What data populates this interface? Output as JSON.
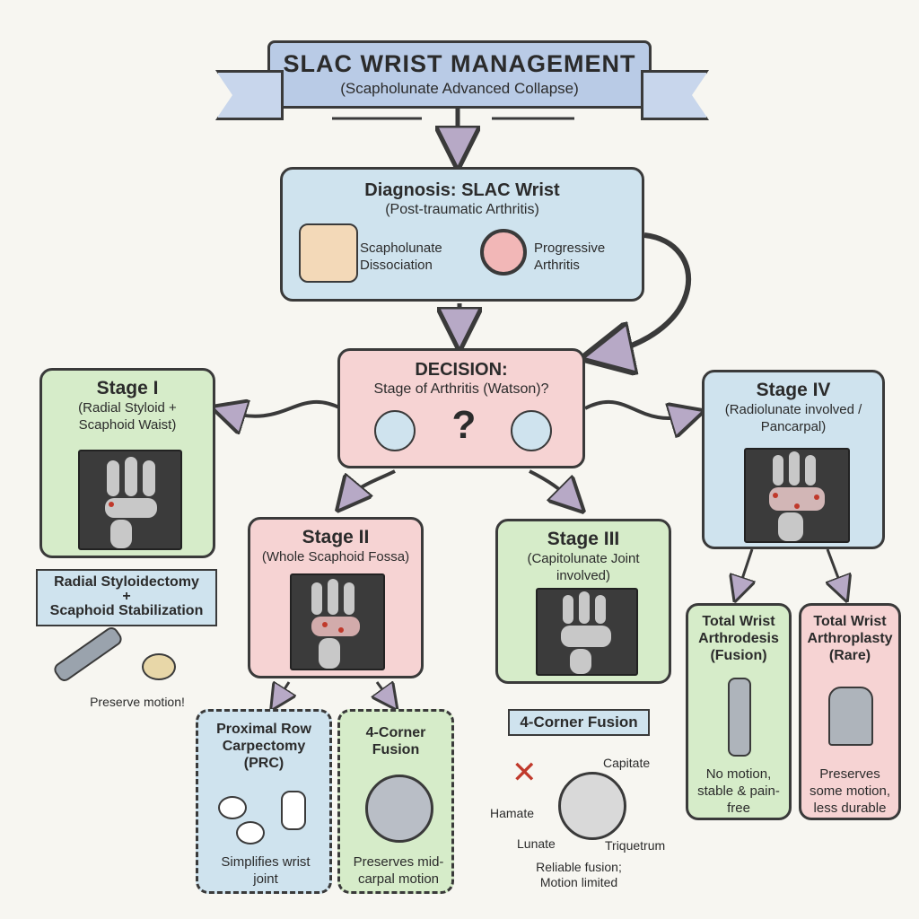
{
  "title": {
    "main": "SLAC WRIST MANAGEMENT",
    "subtitle": "(Scapholunate Advanced Collapse)"
  },
  "diagnosis": {
    "title": "Diagnosis: SLAC Wrist",
    "subtitle": "(Post-traumatic Arthritis)",
    "item1": "Scapholunate Dissociation",
    "item2": "Progressive Arthritis"
  },
  "decision": {
    "title": "DECISION:",
    "question": "Stage of Arthritis (Watson)?",
    "mark": "?"
  },
  "stage1": {
    "title": "Stage I",
    "detail": "(Radial Styloid + Scaphoid Waist)",
    "treatment_line1": "Radial Styloidectomy",
    "treatment_plus": "+",
    "treatment_line2": "Scaphoid Stabilization",
    "note": "Preserve motion!"
  },
  "stage2": {
    "title": "Stage II",
    "detail": "(Whole Scaphoid Fossa)",
    "option1": {
      "title": "Proximal Row Carpectomy (PRC)",
      "note": "Simplifies wrist joint"
    },
    "option2": {
      "title": "4-Corner Fusion",
      "note": "Preserves mid-carpal motion"
    }
  },
  "stage3": {
    "title": "Stage III",
    "detail": "(Capitolunate Joint involved)",
    "treatment": "4-Corner Fusion",
    "bones": {
      "capitate": "Capitate",
      "hamate": "Hamate",
      "lunate": "Lunate",
      "triquetrum": "Triquetrum"
    },
    "note": "Reliable fusion; Motion limited"
  },
  "stage4": {
    "title": "Stage IV",
    "detail": "(Radiolunate involved / Pancarpal)",
    "option1": {
      "title": "Total Wrist Arthrodesis (Fusion)",
      "note": "No motion, stable & pain-free"
    },
    "option2": {
      "title": "Total Wrist Arthroplasty (Rare)",
      "note": "Preserves some motion, less durable"
    }
  },
  "colors": {
    "green": "#d6ecc9",
    "red": "#f6d3d3",
    "blue": "#cfe3ee",
    "outline": "#3a3a3a"
  }
}
